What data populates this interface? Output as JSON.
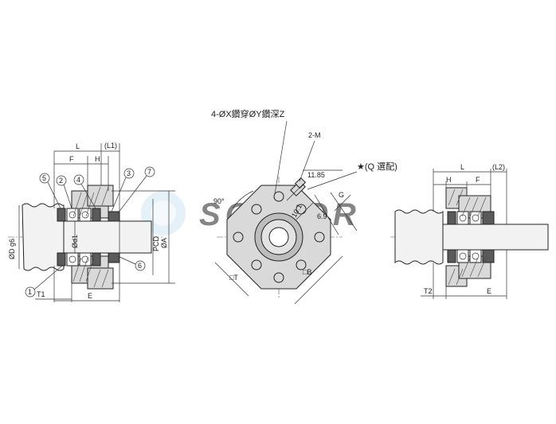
{
  "watermark": {
    "text": "SOLVOR",
    "color": "#9fd0ea"
  },
  "left_view": {
    "dims": {
      "L": "L",
      "L1": "(L1)",
      "F": "F",
      "H": "H",
      "T1": "T1",
      "E": "E",
      "D": "ØD g6",
      "d1": "Ød1",
      "PCD": "PCD",
      "A": "ØA"
    },
    "callouts": [
      "1",
      "2",
      "3",
      "4",
      "5",
      "6",
      "7"
    ]
  },
  "front_view": {
    "note_holes": "4-ØX鑽穿ØY鑽深Z",
    "note_tap": "2-M",
    "note_q": "★(Q 選配)",
    "angle": "90°",
    "dim_a": "11.85",
    "dim_b": "10.1",
    "dim_c": "6.9",
    "dim_g": "G",
    "sq_t": "□T",
    "sq_b": "□B"
  },
  "right_view": {
    "dims": {
      "L": "L",
      "L2": "(L2)",
      "H": "H",
      "F": "F",
      "T2": "T2",
      "E": "E"
    }
  }
}
